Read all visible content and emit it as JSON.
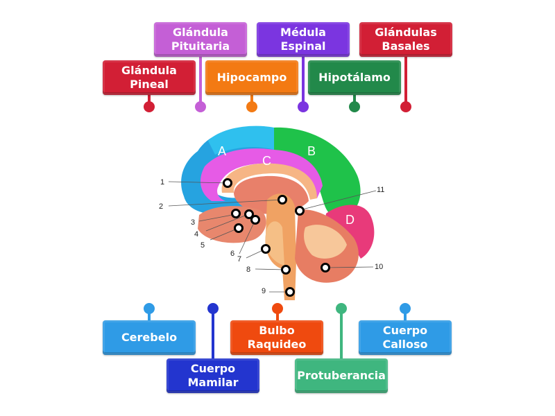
{
  "top_labels": [
    {
      "text": "Glándula\nPineal",
      "line1": "Glándula",
      "line2": "Pineal",
      "color": "#d21f35"
    },
    {
      "text": "Glándula\nPituitaria",
      "line1": "Glándula",
      "line2": "Pituitaria",
      "color": "#c45fd6"
    },
    {
      "text": "Hipocampo",
      "line1": "Hipocampo",
      "line2": "",
      "color": "#f37a13"
    },
    {
      "text": "Médula\nEspinal",
      "line1": "Médula",
      "line2": "Espinal",
      "color": "#7b35e0"
    },
    {
      "text": "Hipotálamo",
      "line1": "Hipotálamo",
      "line2": "",
      "color": "#22894a"
    },
    {
      "text": "Glándulas\nBasales",
      "line1": "Glándulas",
      "line2": "Basales",
      "color": "#d21f35"
    }
  ],
  "bottom_labels": [
    {
      "line1": "Cerebelo",
      "line2": "",
      "color": "#2f9be6"
    },
    {
      "line1": "Cuerpo",
      "line2": "Mamilar",
      "color": "#2335cf"
    },
    {
      "line1": "Bulbo",
      "line2": "Raquideo",
      "color": "#ef4a0f"
    },
    {
      "line1": "Protuberancia",
      "line2": "",
      "color": "#3fb67f"
    },
    {
      "line1": "Cuerpo",
      "line2": "Calloso",
      "color": "#2f9be6"
    }
  ],
  "diagram": {
    "region_letters": [
      "A",
      "B",
      "C",
      "D"
    ],
    "numbers": [
      "1",
      "2",
      "3",
      "4",
      "5",
      "6",
      "7",
      "8",
      "9",
      "10",
      "11"
    ]
  }
}
